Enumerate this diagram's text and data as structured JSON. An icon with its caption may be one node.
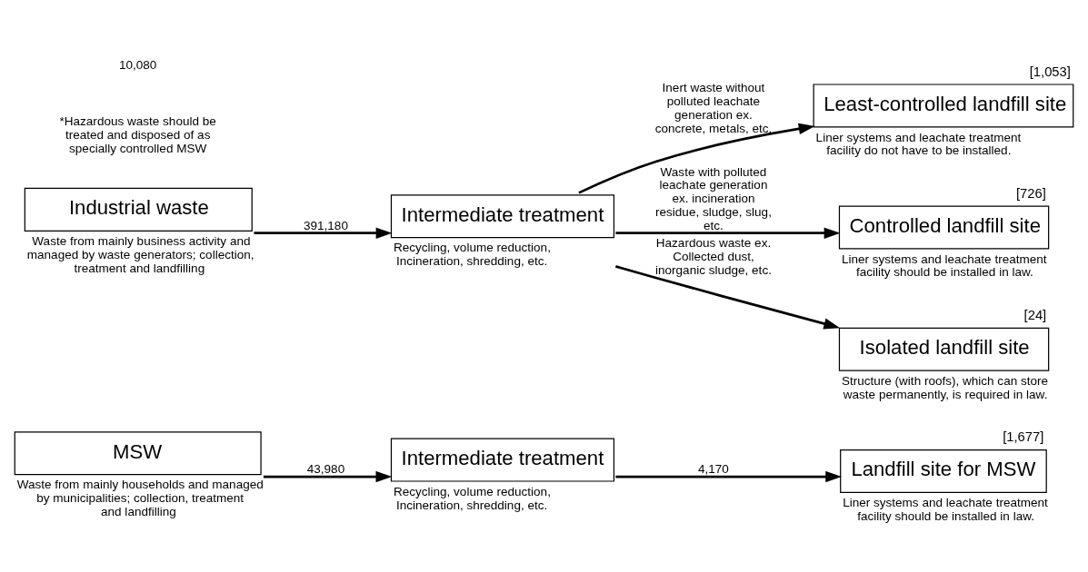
{
  "diagram": {
    "nodes": [
      {
        "text": [
          "MSW"
        ],
        "beside": [
          "Waste from mainly households and managed by municipalities; collection, treatment and landfilling"
        ]
      },
      {
        "text": [
          "Intermediate treatment"
        ],
        "beside": [
          "Recycling, volume reduction, Incineration, shredding, etc."
        ]
      },
      {
        "text": [
          "Landfill site for MSW"
        ],
        "beside": [
          "[1,677]",
          "Liner systems and leachate treatment facility should be installed in law."
        ]
      },
      {
        "text": [
          "Least-controlled landfill site"
        ],
        "beside": [
          "[1,053]",
          "Liner systems and leachate treatment facility do not have to be installed."
        ]
      },
      {
        "text": [
          "Industrial waste"
        ],
        "beside": [
          "Waste from mainly business activity and managed by waste generators; collection, treatment and landfilling"
        ]
      },
      {
        "text": [
          "Intermediate treatment"
        ],
        "beside": [
          "Recycling, volume reduction, Incineration, shredding, etc."
        ]
      },
      {
        "text": [
          "Controlled landfill site"
        ],
        "beside": [
          "[726]",
          "Liner systems and leachate treatment facility should be installed in law."
        ]
      },
      {
        "text": [
          "Isolated landfill site"
        ],
        "beside": [
          "[24]",
          "Structure (with roofs), which can store waste permanently, is required in law."
        ]
      }
    ],
    "edges": [
      {
        "from": 0,
        "to": 1,
        "arrow": "to",
        "label": "43,980"
      },
      {
        "from": 1,
        "to": 2,
        "arrow": "to",
        "label": "4,170"
      },
      {
        "from": 4,
        "to": 5,
        "arrow": "to",
        "label": "391,180"
      },
      {
        "from": 5,
        "to": 3,
        "arrow": "to",
        "label": "Inert waste without polluted leachate generation ex. concrete, metals, etc."
      },
      {
        "from": 5,
        "to": 6,
        "arrow": "to",
        "label": "Waste with polluted leachate generation ex. incineration residue, sludge, slug, etc."
      },
      {
        "from": 5,
        "to": 7,
        "arrow": "to",
        "label": "Hazardous waste ex. Collected dust, inorganic sludge, etc."
      }
    ],
    "labels": [
      "*Hazardous waste should be treated and disposed of as specially controlled MSW",
      "10,080"
    ]
  }
}
